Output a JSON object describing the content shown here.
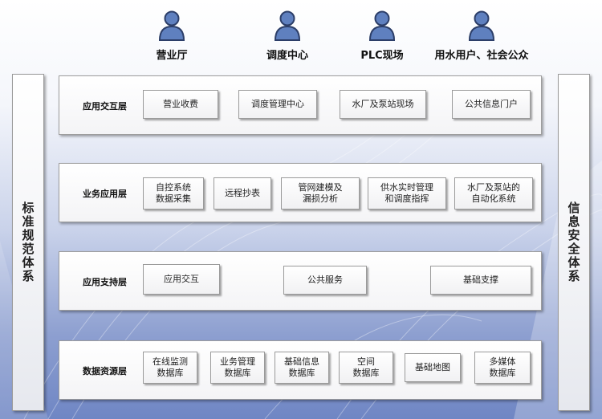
{
  "actors": [
    {
      "label": "营业厅",
      "icon": "user-icon"
    },
    {
      "label": "调度中心",
      "icon": "user-icon"
    },
    {
      "label": "PLC现场",
      "icon": "user-icon"
    },
    {
      "label": "用水用户、社会公众",
      "icon": "user-icon"
    }
  ],
  "side_panels": {
    "left": "标准规范体系",
    "right": "信息安全体系"
  },
  "layers": [
    {
      "title": "应用交互层",
      "items": [
        "营业收费",
        "调度管理中心",
        "水厂及泵站现场",
        "公共信息门户"
      ]
    },
    {
      "title": "业务应用层",
      "items": [
        "自控系统\n数据采集",
        "远程抄表",
        "管网建模及\n漏损分析",
        "供水实时管理\n和调度指挥",
        "水厂及泵站的\n自动化系统"
      ]
    },
    {
      "title": "应用支持层",
      "items": [
        "应用交互",
        "公共服务",
        "基础支撑"
      ]
    },
    {
      "title": "数据资源层",
      "items": [
        "在线监测\n数据库",
        "业务管理\n数据库",
        "基础信息\n数据库",
        "空间\n数据库",
        "基础地图",
        "多媒体\n数据库"
      ]
    }
  ],
  "colors": {
    "icon_fill": "#5f80bf",
    "icon_stroke": "#2c3e68",
    "background_bottom": "#6f86c4"
  }
}
